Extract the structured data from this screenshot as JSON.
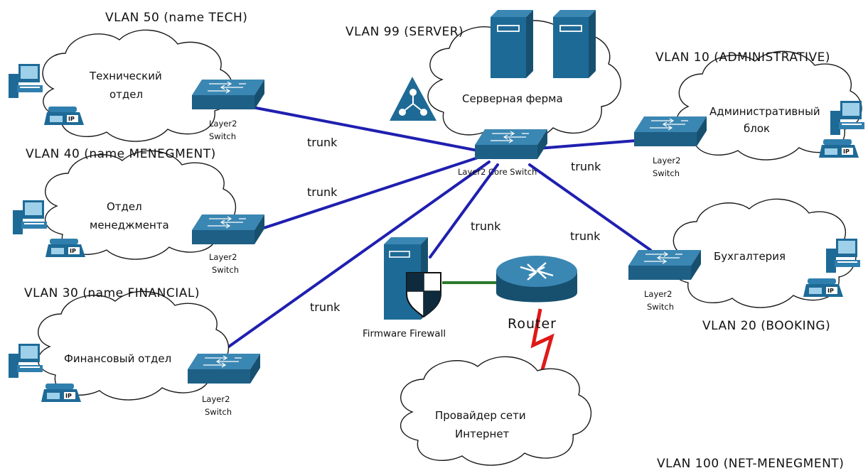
{
  "vlans": {
    "tech": "VLAN 50 (name TECH)",
    "server": "VLAN 99 (SERVER)",
    "admin": "VLAN 10 (ADMINISTRATIVE)",
    "menegment": "VLAN 40 (name MENEGMENT)",
    "financial": "VLAN 30 (name FINANCIAL)",
    "booking": "VLAN 20 (BOOKING)",
    "net": "VLAN 100 (NET-MENEGMENT)"
  },
  "departments": {
    "tech_line1": "Технический",
    "tech_line2": "отдел",
    "management_line1": "Отдел",
    "management_line2": "менеджмента",
    "finance": "Финансовый отдел",
    "server_farm": "Серверная ферма",
    "admin_line1": "Административный",
    "admin_line2": "блок",
    "booking": "Бухгалтерия",
    "isp_line1": "Провайдер сети",
    "isp_line2": "Интернет"
  },
  "devices": {
    "switch_line1": "Layer2",
    "switch_line2": "Switch",
    "core_switch": "Layer2 Core Switch",
    "firewall": "Firmware Firewall",
    "router": "Router",
    "ip_badge": "IP"
  },
  "links": {
    "trunk": "trunk"
  },
  "colors": {
    "trunk_link": "#1f1fb0",
    "firewall_router_link": "#2a7a2a",
    "wan_link": "#e01818",
    "device_blue": "#1e6a96"
  },
  "icons": [
    "switch-icon",
    "router-icon",
    "firewall-icon",
    "server-icon",
    "pc-icon",
    "ip-phone-icon",
    "cloud-shape",
    "directory-server-icon"
  ]
}
